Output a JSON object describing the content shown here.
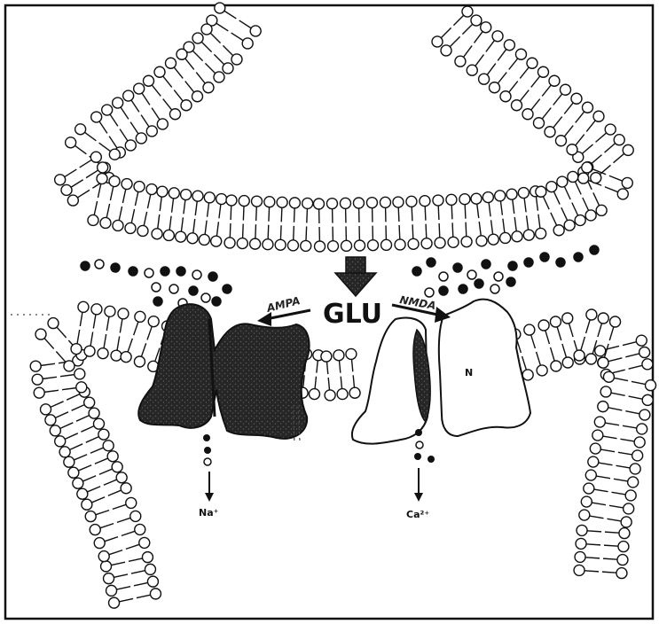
{
  "diagram": {
    "neurotransmitter_label": "GLU",
    "receptor_label": "N",
    "ion_left": "Na⁺",
    "ion_right": "Ca²⁺",
    "arrow_left_scrawl": "AMPA",
    "arrow_right_scrawl": "NMDA"
  },
  "colors": {
    "ink": "#111111",
    "membrane_fill": "#ffffff",
    "receptor_dark": "#2a2a2a",
    "background": "#ffffff"
  },
  "icons": {
    "release_arrow": "down-arrow-icon",
    "ion_arrow": "down-arrow-icon"
  }
}
